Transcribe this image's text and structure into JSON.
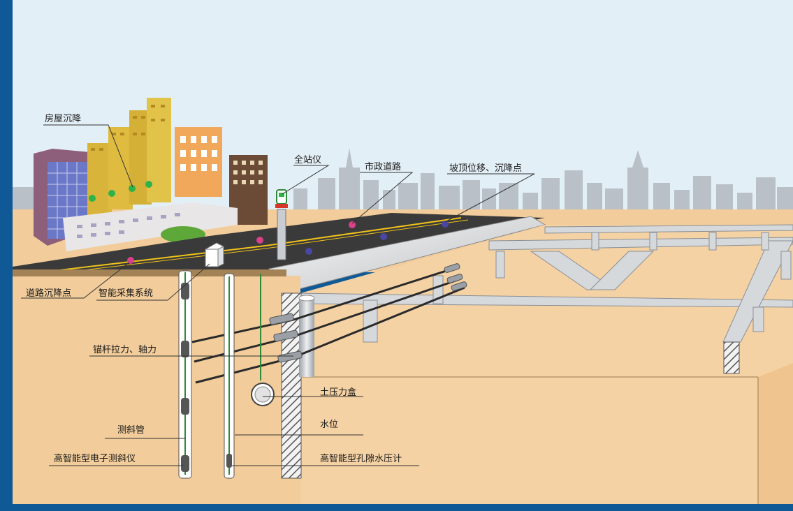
{
  "labels": {
    "house_settlement": "房屋沉降",
    "total_station": "全站仪",
    "municipal_road": "市政道路",
    "slope_top": "坡顶位移、沉降点",
    "road_settlement": "道路沉降点",
    "smart_acquisition": "智能采集系统",
    "anchor_force": "锚杆拉力、轴力",
    "earth_pressure": "土压力盒",
    "water_level": "水位",
    "inclinometer_tube": "测斜管",
    "electronic_inclinometer": "高智能型电子测斜仪",
    "pore_pressure": "高智能型孔隙水压计"
  },
  "colors": {
    "sky": "#e3eff6",
    "skyline": "#b9c0c8",
    "ground": "#f2cc9a",
    "pit_soil": "#f5d2a4",
    "asphalt": "#3a3a3a",
    "road_line": "#f0c21a",
    "beam": "#d6d9dc",
    "border": "#0f5a96",
    "point_green": "#2db34a",
    "point_pink": "#d9428a",
    "point_blue": "#4a47a3"
  }
}
